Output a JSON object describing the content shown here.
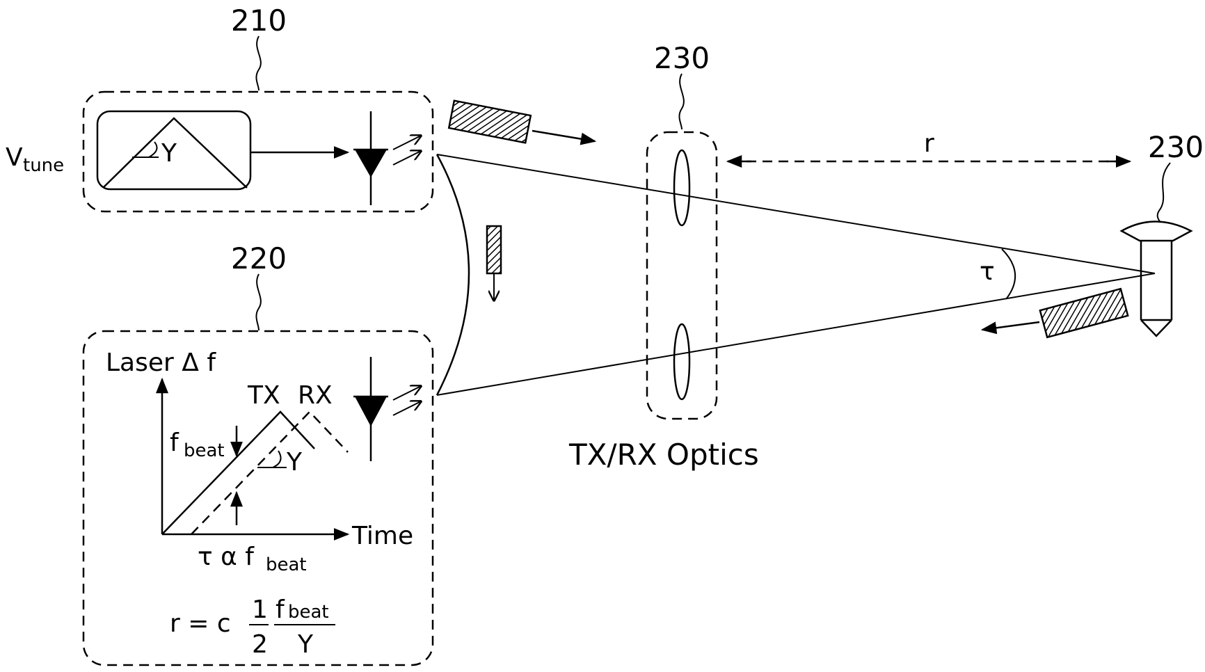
{
  "labels": {
    "ref_210": "210",
    "ref_220": "220",
    "ref_230_optics": "230",
    "ref_230_target": "230",
    "v_main": "V",
    "v_sub": "tune",
    "gamma_generator": "Y",
    "range_r": "r",
    "tau_angle": "τ",
    "optics_caption": "TX/RX Optics",
    "laser_df": "Laser Δ f",
    "tx": "TX",
    "rx": "RX",
    "fbeat_main": "f",
    "fbeat_sub": "beat",
    "gamma_slope": "Y",
    "time_axis": "Time",
    "tau_alpha": "τ α f",
    "tau_alpha_sub": "beat",
    "formula_r": "r  =  c",
    "formula_one": "1",
    "formula_two": "2",
    "formula_fbeat": "f",
    "formula_fbeat_sub": "beat",
    "formula_gamma": "Y"
  }
}
